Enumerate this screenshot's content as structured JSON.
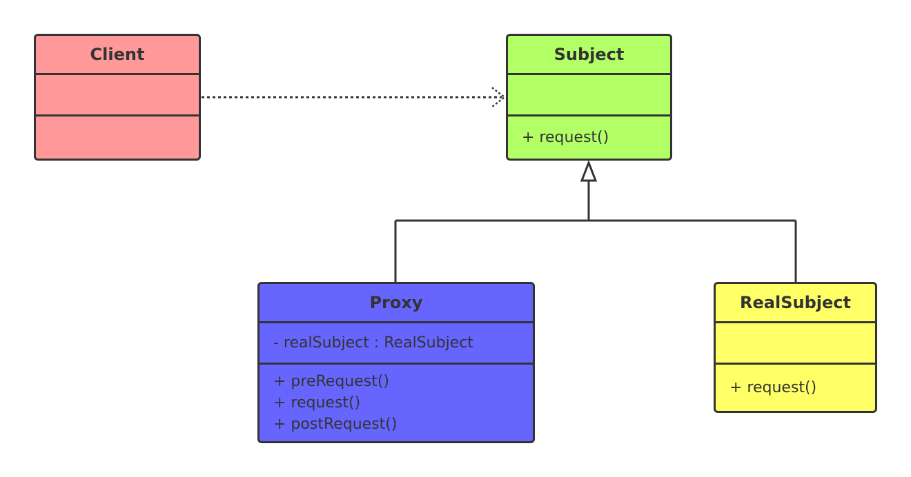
{
  "classes": {
    "client": {
      "name": "Client",
      "attributes": [],
      "operations": [],
      "color": "#ff9999"
    },
    "subject": {
      "name": "Subject",
      "attributes": [],
      "operations": [
        "+ request()"
      ],
      "color": "#b3ff66"
    },
    "proxy": {
      "name": "Proxy",
      "attributes": [
        "- realSubject : RealSubject"
      ],
      "operations": [
        "+ preRequest()",
        "+ request()",
        "+ postRequest()"
      ],
      "color": "#6666ff"
    },
    "realsubject": {
      "name": "RealSubject",
      "attributes": [],
      "operations": [
        "+ request()"
      ],
      "color": "#ffff66"
    }
  },
  "relations": [
    {
      "type": "dependency",
      "from": "Client",
      "to": "Subject"
    },
    {
      "type": "generalization",
      "from": "Proxy",
      "to": "Subject"
    },
    {
      "type": "generalization",
      "from": "RealSubject",
      "to": "Subject"
    }
  ]
}
